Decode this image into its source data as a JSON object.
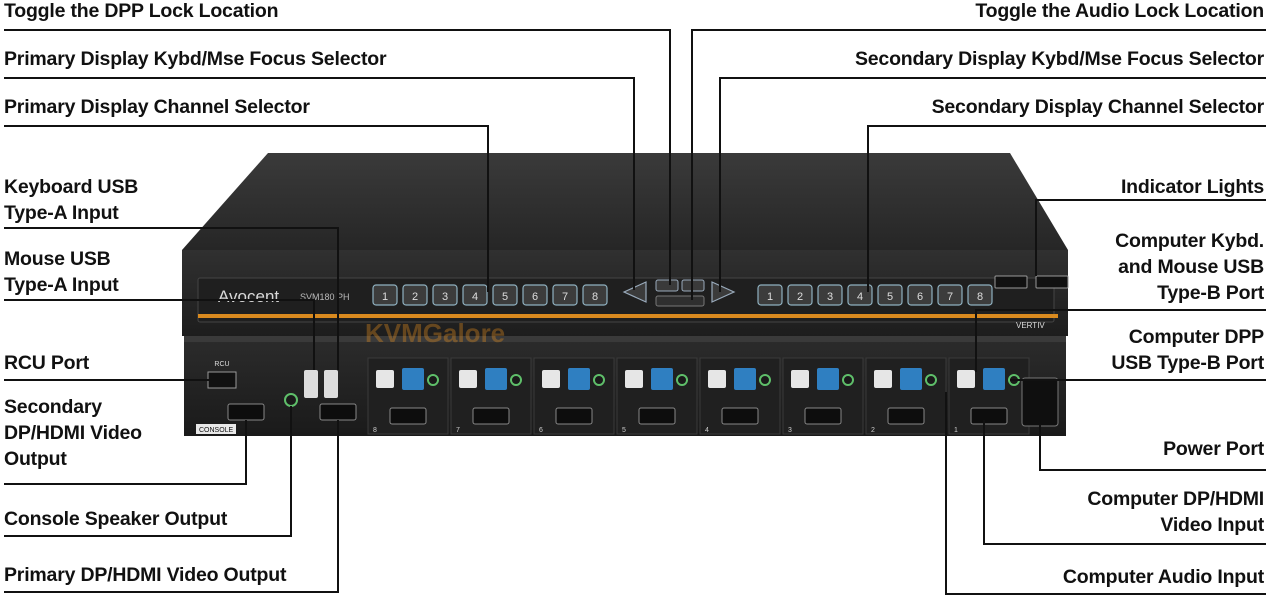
{
  "labels": {
    "dpp_lock": "Toggle the DPP Lock Location",
    "audio_lock": "Toggle the Audio Lock Location",
    "primary_focus": "Primary Display Kybd/Mse Focus Selector",
    "secondary_focus": "Secondary Display Kybd/Mse Focus Selector",
    "primary_channel": "Primary  Display Channel Selector",
    "secondary_channel": "Secondary  Display Channel Selector",
    "keyboard_usb": [
      "Keyboard USB",
      "Type-A Input"
    ],
    "indicator_lights": "Indicator Lights",
    "mouse_usb": [
      "Mouse USB",
      "Type-A Input"
    ],
    "computer_kbd_mouse": [
      "Computer Kybd.",
      "and Mouse USB",
      "Type-B  Port"
    ],
    "rcu_port": "RCU Port",
    "computer_dpp": [
      "Computer DPP",
      "USB Type-B  Port"
    ],
    "secondary_video_out": [
      "Secondary",
      "DP/HDMI Video",
      "Output"
    ],
    "power_port": "Power Port",
    "console_speaker": "Console Speaker Output",
    "computer_video_in": [
      "Computer DP/HDMI",
      "Video Input"
    ],
    "primary_video_out": "Primary DP/HDMI Video Output",
    "computer_audio_in": "Computer Audio Input"
  },
  "device": {
    "brand": "Avocent",
    "model": "SVM180 PH",
    "vendor": "VERTIV",
    "watermark": "KVMGalore",
    "front_buttons_left": [
      "1",
      "2",
      "3",
      "4",
      "5",
      "6",
      "7",
      "8"
    ],
    "front_buttons_right": [
      "1",
      "2",
      "3",
      "4",
      "5",
      "6",
      "7",
      "8"
    ],
    "rear_rcu": "RCU",
    "rear_console": "CONSOLE",
    "rear_channels": [
      "8",
      "7",
      "6",
      "5",
      "4",
      "3",
      "2",
      "1"
    ]
  },
  "colors": {
    "chassis": "#2b2b2b",
    "accent_strip": "#d98a1f",
    "usb3_blue": "#2f7fc1",
    "label_text": "#111111",
    "leader_line": "#111111"
  }
}
